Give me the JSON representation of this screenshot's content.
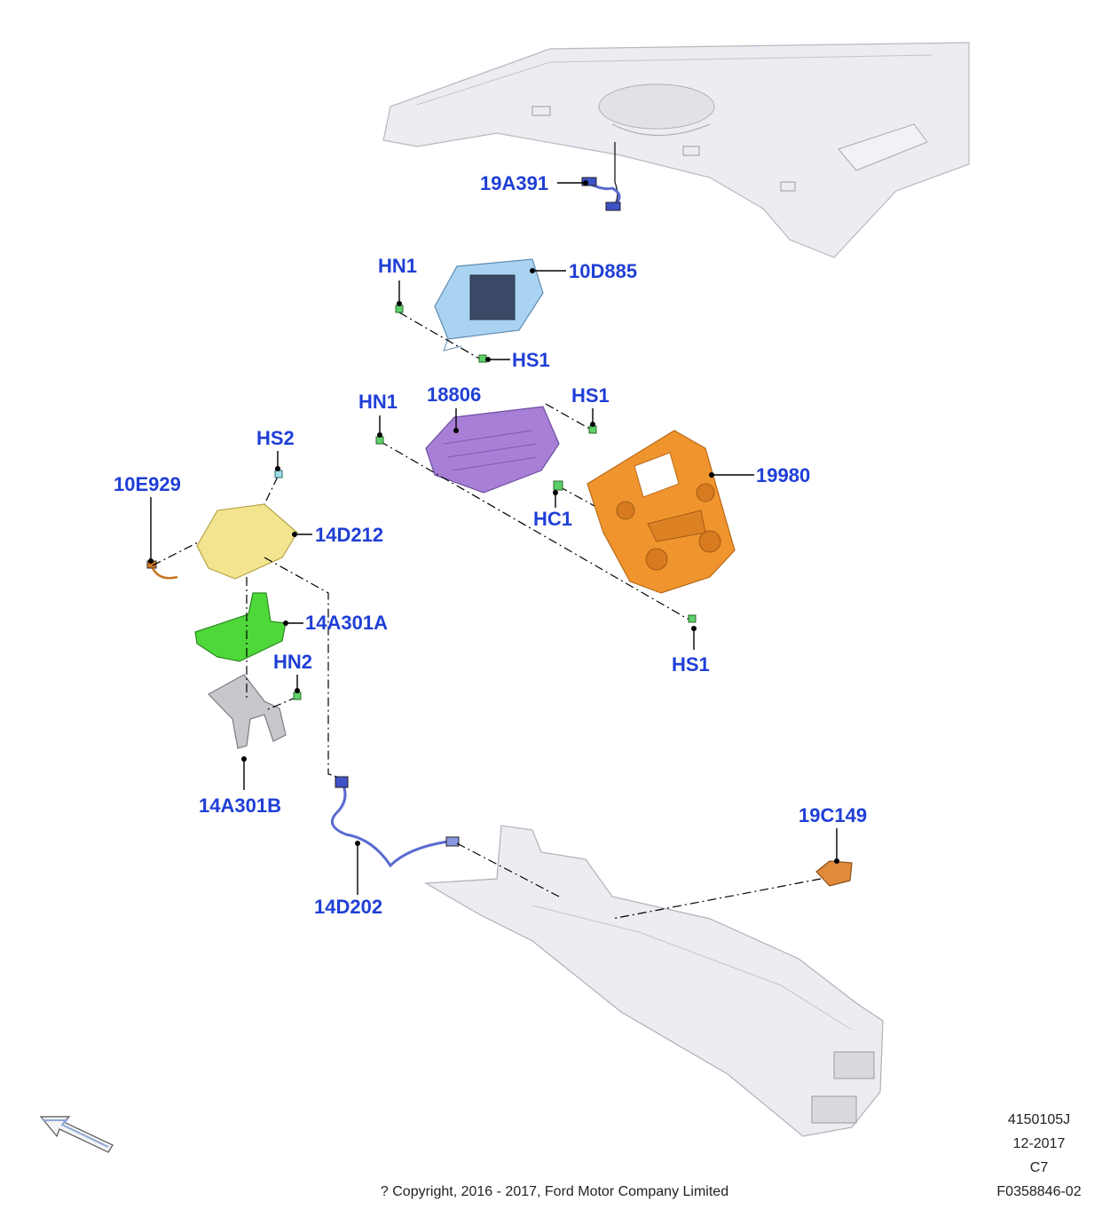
{
  "callouts": {
    "c19A391": "19A391",
    "c10D885": "10D885",
    "cHN1a": "HN1",
    "cHS1a": "HS1",
    "cHN1b": "HN1",
    "c18806": "18806",
    "cHS1b": "HS1",
    "c19980": "19980",
    "cHC1": "HC1",
    "cHS1c": "HS1",
    "cHS2": "HS2",
    "c10E929": "10E929",
    "c14D212": "14D212",
    "c14A301A": "14A301A",
    "cHN2": "HN2",
    "c14A301B": "14A301B",
    "c14D202": "14D202",
    "c19C149": "19C149"
  },
  "meta": {
    "code": "4150105J",
    "date": "12-2017",
    "rev": "C7",
    "figure": "F0358846-02",
    "copyright": "? Copyright, 2016 - 2017, Ford Motor Company Limited"
  },
  "colors": {
    "callout": "#1f3fd6",
    "display_10D885": "#a9d3f0",
    "module_18806": "#a77fd6",
    "panel_19980": "#f0952e",
    "module_14D212": "#f3e48f",
    "bracket_14A301A": "#4fd83a",
    "bracket_14A301B": "#c8c8cc",
    "switch_19C149": "#e08a3c",
    "trim": "#e9e9ee"
  }
}
